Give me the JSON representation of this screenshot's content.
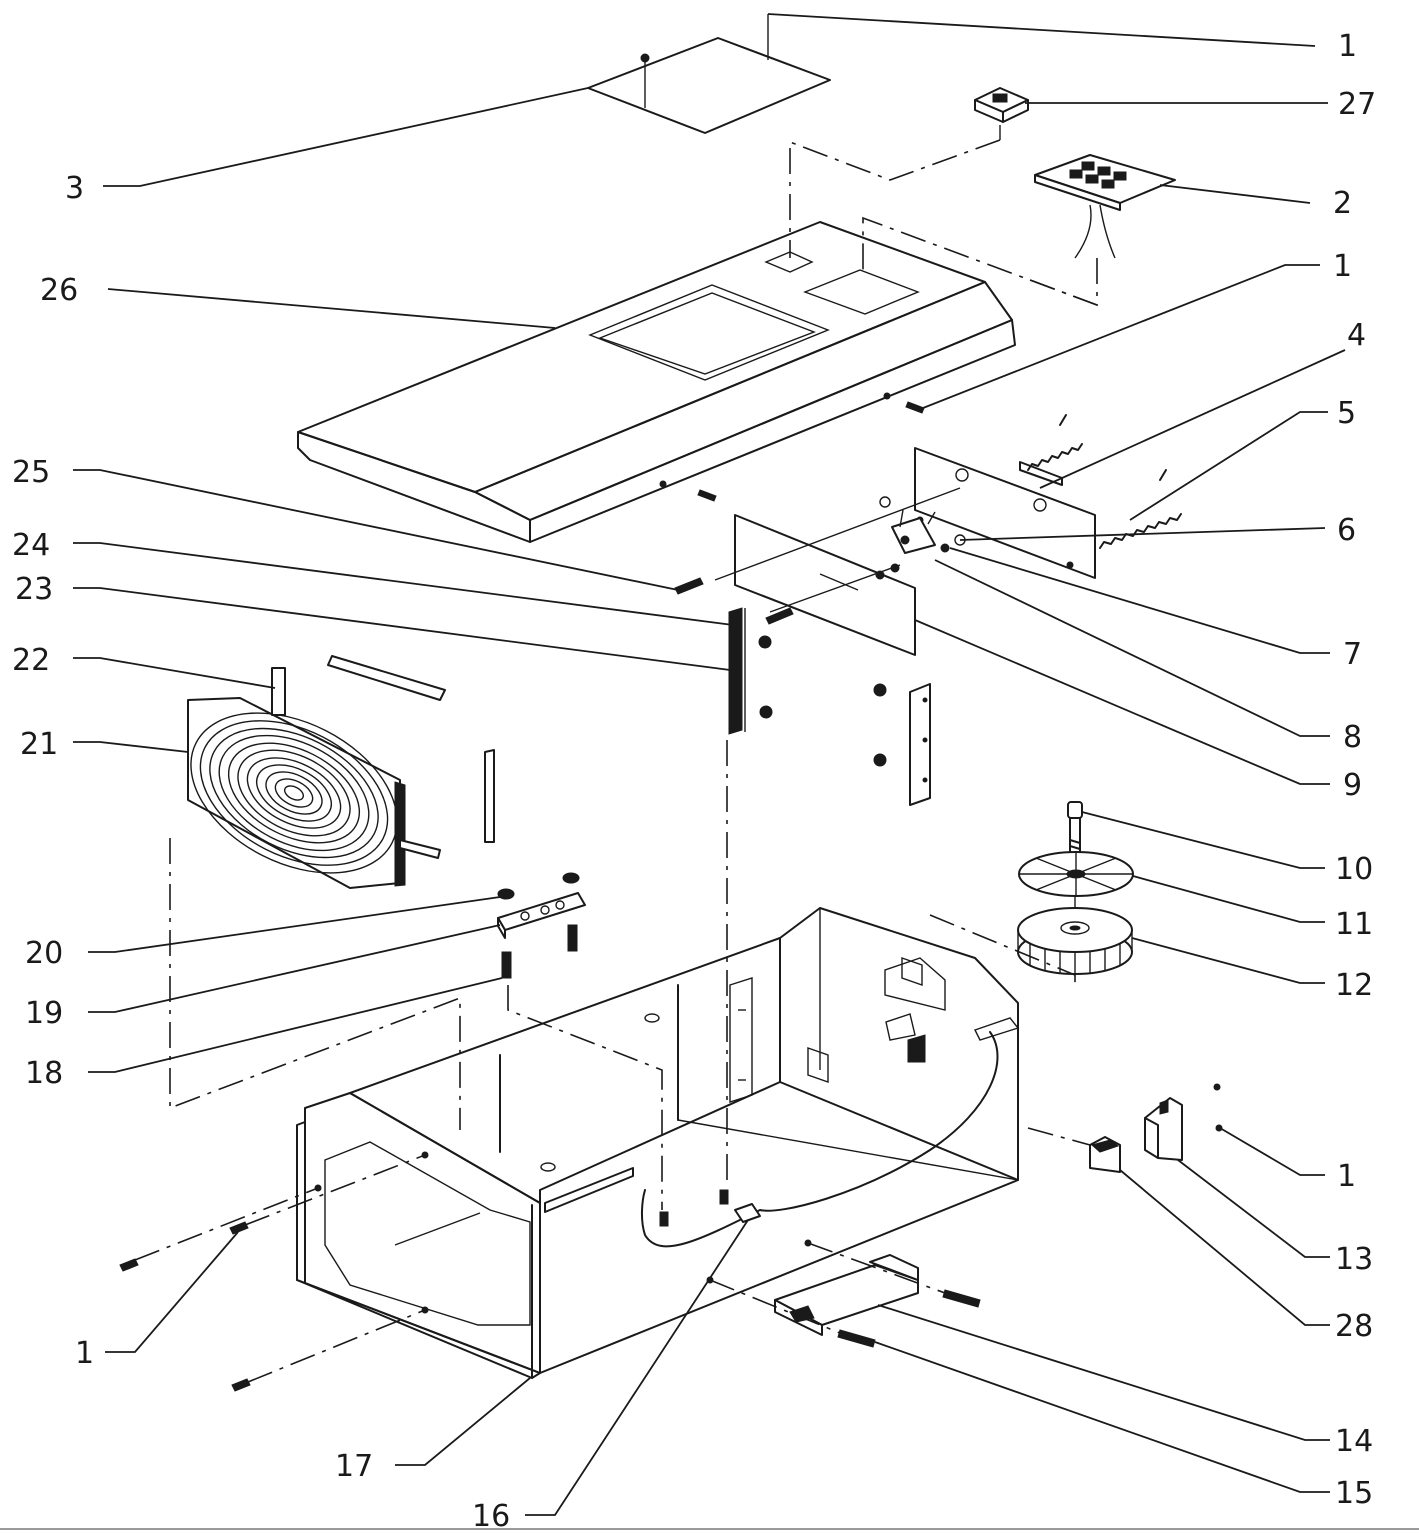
{
  "callouts": [
    {
      "id": "c1a",
      "label": "1"
    },
    {
      "id": "c27",
      "label": "27"
    },
    {
      "id": "c3",
      "label": "3"
    },
    {
      "id": "c2",
      "label": "2"
    },
    {
      "id": "c26",
      "label": "26"
    },
    {
      "id": "c1b",
      "label": "1"
    },
    {
      "id": "c4",
      "label": "4"
    },
    {
      "id": "c5",
      "label": "5"
    },
    {
      "id": "c25",
      "label": "25"
    },
    {
      "id": "c6",
      "label": "6"
    },
    {
      "id": "c24",
      "label": "24"
    },
    {
      "id": "c23",
      "label": "23"
    },
    {
      "id": "c7",
      "label": "7"
    },
    {
      "id": "c22",
      "label": "22"
    },
    {
      "id": "c21",
      "label": "21"
    },
    {
      "id": "c8",
      "label": "8"
    },
    {
      "id": "c9",
      "label": "9"
    },
    {
      "id": "c10",
      "label": "10"
    },
    {
      "id": "c11",
      "label": "11"
    },
    {
      "id": "c20",
      "label": "20"
    },
    {
      "id": "c12",
      "label": "12"
    },
    {
      "id": "c19",
      "label": "19"
    },
    {
      "id": "c18",
      "label": "18"
    },
    {
      "id": "c1c",
      "label": "1"
    },
    {
      "id": "c13",
      "label": "13"
    },
    {
      "id": "c28",
      "label": "28"
    },
    {
      "id": "c1d",
      "label": "1"
    },
    {
      "id": "c14",
      "label": "14"
    },
    {
      "id": "c17",
      "label": "17"
    },
    {
      "id": "c15",
      "label": "15"
    },
    {
      "id": "c16",
      "label": "16"
    }
  ]
}
